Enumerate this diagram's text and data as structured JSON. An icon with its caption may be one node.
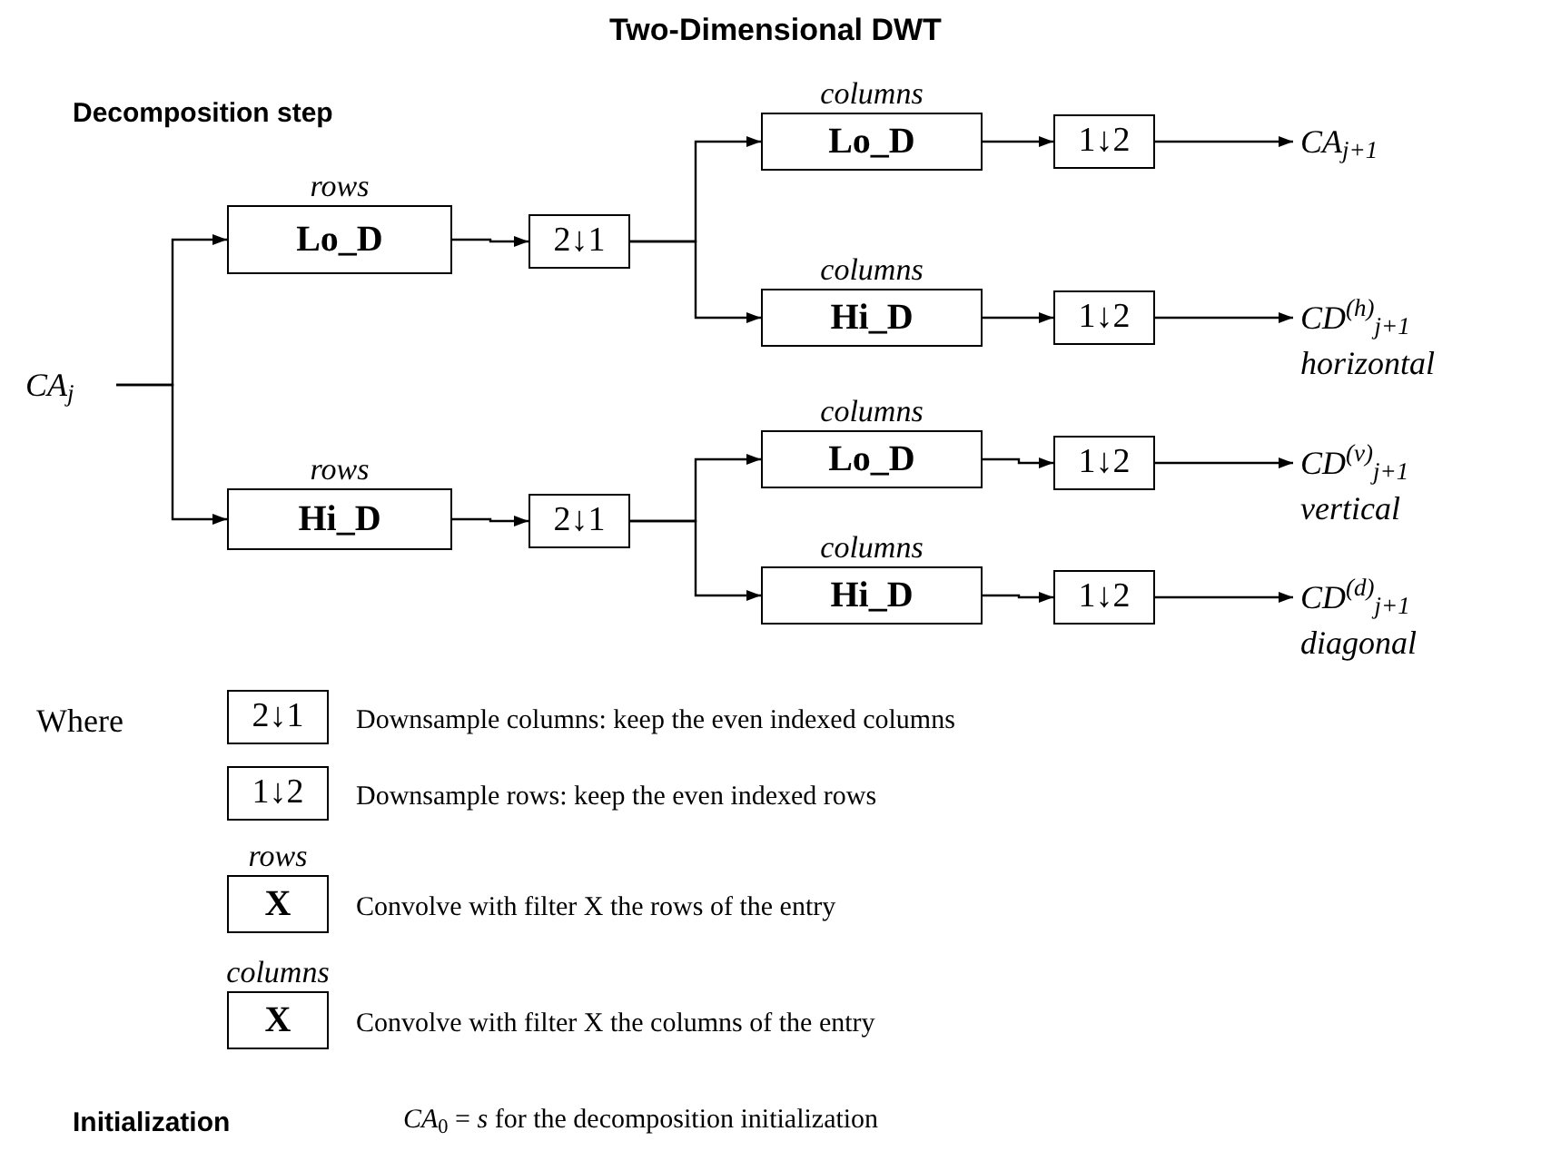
{
  "diagram": {
    "title": "Two-Dimensional DWT",
    "nodes": [
      {
        "text": [
          "CA$_{j}$"
        ]
      },
      {
        "text": [
          "rows",
          "Lo_D"
        ]
      },
      {
        "text": [
          "2↓1"
        ]
      },
      {
        "text": [
          "columns",
          "Lo_D"
        ]
      },
      {
        "text": [
          "columns",
          "Hi_D"
        ]
      },
      {
        "text": [
          "1↓2"
        ]
      },
      {
        "text": [
          "1↓2"
        ]
      },
      {
        "text": [
          "CA$_{j+1}$"
        ]
      },
      {
        "text": [
          "CD$^{(h)}$$_{j+1}$",
          "horizontal"
        ]
      },
      {
        "text": [
          "rows",
          "Hi_D"
        ]
      },
      {
        "text": [
          "2↓1"
        ]
      },
      {
        "text": [
          "columns",
          "Lo_D"
        ]
      },
      {
        "text": [
          "columns",
          "Hi_D"
        ]
      },
      {
        "text": [
          "1↓2"
        ]
      },
      {
        "text": [
          "1↓2"
        ]
      },
      {
        "text": [
          "CD$^{(v)}$$_{j+1}$",
          "vertical"
        ]
      },
      {
        "text": [
          "CD$^{(d)}$$_{j+1}$",
          "diagonal"
        ]
      },
      {
        "text": [
          "2↓1"
        ]
      },
      {
        "text": [
          "1↓2"
        ]
      },
      {
        "text": [
          "rows",
          "X"
        ]
      },
      {
        "text": [
          "columns",
          "X"
        ]
      }
    ],
    "edges": [
      {
        "from": 0,
        "to": 1,
        "arrow": "to"
      },
      {
        "from": 0,
        "to": 9,
        "arrow": "to"
      },
      {
        "from": 1,
        "to": 2,
        "arrow": "to"
      },
      {
        "from": 2,
        "to": 3,
        "arrow": "to"
      },
      {
        "from": 2,
        "to": 4,
        "arrow": "to"
      },
      {
        "from": 3,
        "to": 5,
        "arrow": "to"
      },
      {
        "from": 4,
        "to": 6,
        "arrow": "to"
      },
      {
        "from": 5,
        "to": 7,
        "arrow": "to"
      },
      {
        "from": 6,
        "to": 8,
        "arrow": "to"
      },
      {
        "from": 9,
        "to": 10,
        "arrow": "to"
      },
      {
        "from": 10,
        "to": 11,
        "arrow": "to"
      },
      {
        "from": 10,
        "to": 12,
        "arrow": "to"
      },
      {
        "from": 11,
        "to": 13,
        "arrow": "to"
      },
      {
        "from": 12,
        "to": 14,
        "arrow": "to"
      },
      {
        "from": 13,
        "to": 15,
        "arrow": "to"
      },
      {
        "from": 14,
        "to": 16,
        "arrow": "to"
      }
    ],
    "labels": [
      "Decomposition step",
      "Where",
      "Downsample columns: keep the even indexed columns",
      "Downsample rows: keep the even indexed rows",
      "Convolve with filter X the rows of the entry",
      "Convolve with filter X the columns of the entry",
      "Initialization",
      "*CA*$_{0}$ = *s* for the decomposition initialization"
    ]
  }
}
